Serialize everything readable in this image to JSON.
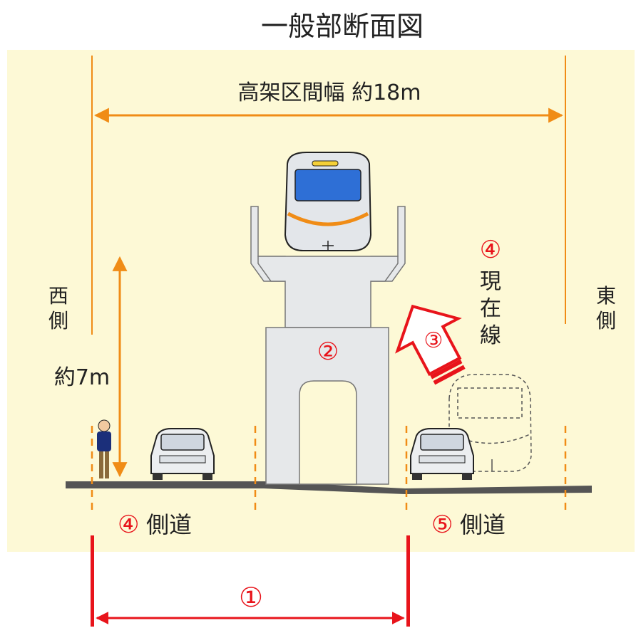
{
  "title": "一般部断面図",
  "span_label": "高架区間幅 約18m",
  "height_label": "約7m",
  "west": [
    "西",
    "側"
  ],
  "east": [
    "東",
    "側"
  ],
  "current_line": {
    "number": "④",
    "chars": [
      "現",
      "在",
      "線"
    ]
  },
  "arrow_number": "③",
  "pier_number": "②",
  "left_side_road": {
    "number": "④",
    "label": "側道"
  },
  "right_side_road": {
    "number": "⑤",
    "label": "側道"
  },
  "bottom_number": "①",
  "colors": {
    "background_panel": "#fdf9d6",
    "accent_orange": "#f08c16",
    "red": "#e8141b",
    "concrete": "#e6e8ea",
    "ground": "#555555"
  }
}
